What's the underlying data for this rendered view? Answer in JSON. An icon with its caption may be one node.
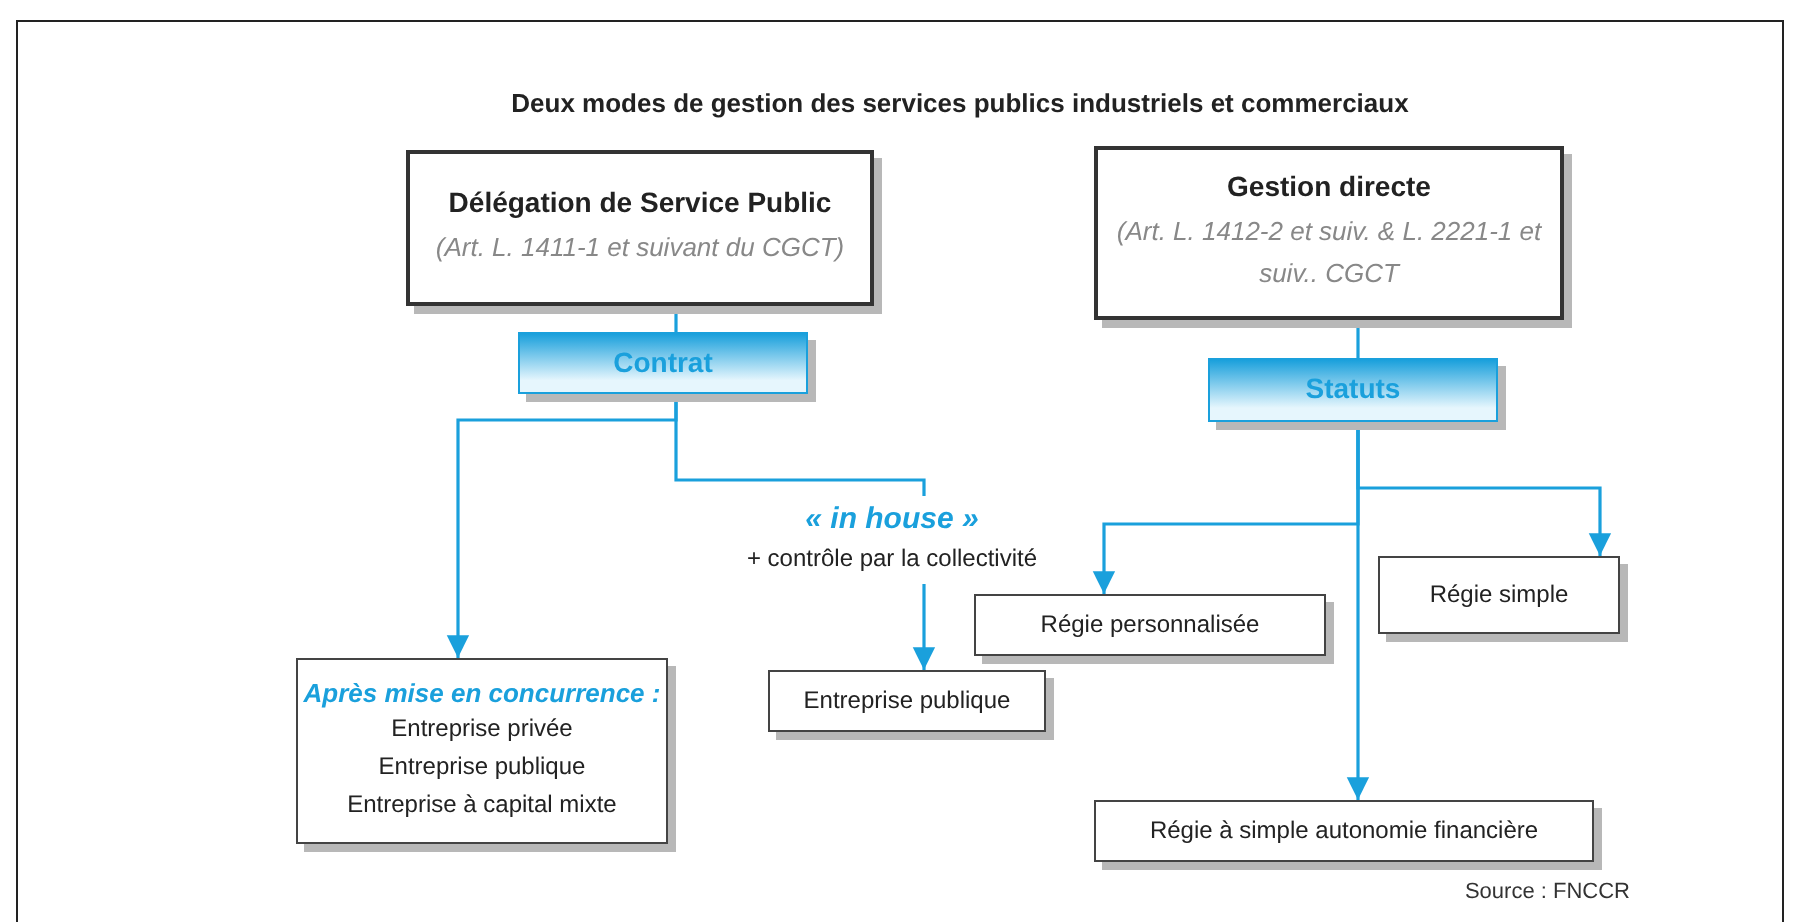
{
  "diagram": {
    "title": "Deux modes de gestion des services publics industriels et commerciaux",
    "caption": "Source : FNCCR",
    "nodes": [
      {
        "text": [
          "Délégation de Service Public",
          "(Art. L. 1411-1 et suivant du CGCT)"
        ]
      },
      {
        "text": [
          "Contrat"
        ]
      },
      {
        "text": [
          "Gestion directe",
          "(Art. L. 1412-2 et suiv. & L. 2221-1 et suiv.. CGCT"
        ]
      },
      {
        "text": [
          "Statuts"
        ]
      },
      {
        "text": [
          "« in house »",
          "+ contrôle par la collectivité"
        ]
      },
      {
        "text": [
          "Après mise en concurrence :",
          "Entreprise privée",
          "Entreprise publique",
          "Entreprise à capital mixte"
        ]
      },
      {
        "text": [
          "Entreprise publique"
        ]
      },
      {
        "text": [
          "Régie personnalisée"
        ]
      },
      {
        "text": [
          "Régie simple"
        ]
      },
      {
        "text": [
          "Régie à simple autonomie financière"
        ]
      }
    ],
    "edges": [
      {
        "from": 0,
        "to": 1,
        "arrow": "none"
      },
      {
        "from": 1,
        "to": 5,
        "arrow": "to"
      },
      {
        "from": 1,
        "to": 4,
        "arrow": "none"
      },
      {
        "from": 4,
        "to": 6,
        "arrow": "to"
      },
      {
        "from": 2,
        "to": 3,
        "arrow": "none"
      },
      {
        "from": 3,
        "to": 7,
        "arrow": "to"
      },
      {
        "from": 3,
        "to": 8,
        "arrow": "to"
      },
      {
        "from": 3,
        "to": 9,
        "arrow": "to"
      }
    ]
  }
}
